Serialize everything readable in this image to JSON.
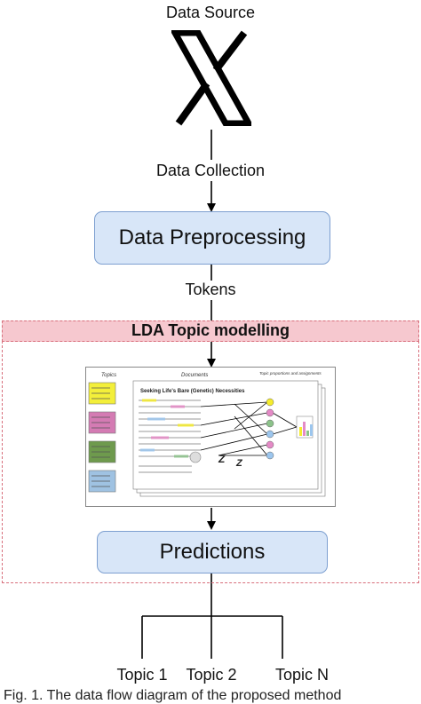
{
  "diagram": {
    "data_source_label": "Data Source",
    "data_collection_label": "Data Collection",
    "preprocessing_label": "Data Preprocessing",
    "tokens_label": "Tokens",
    "lda_title": "LDA Topic modelling",
    "predictions_label": "Predictions",
    "topics": [
      "Topic 1",
      "Topic 2",
      "Topic N"
    ],
    "illustration": {
      "topics_header": "Topics",
      "documents_header": "Documents",
      "proportions_header": "Topic proportions and assignments",
      "document_title": "Seeking Life's Bare (Genetic) Necessities"
    },
    "caption": "Fig. 1. The data flow diagram of the proposed method"
  },
  "colors": {
    "box_fill": "#d8e6f8",
    "box_border": "#7d9fd0",
    "lda_band": "#f6c8cf",
    "lda_border": "#d86f7c"
  }
}
